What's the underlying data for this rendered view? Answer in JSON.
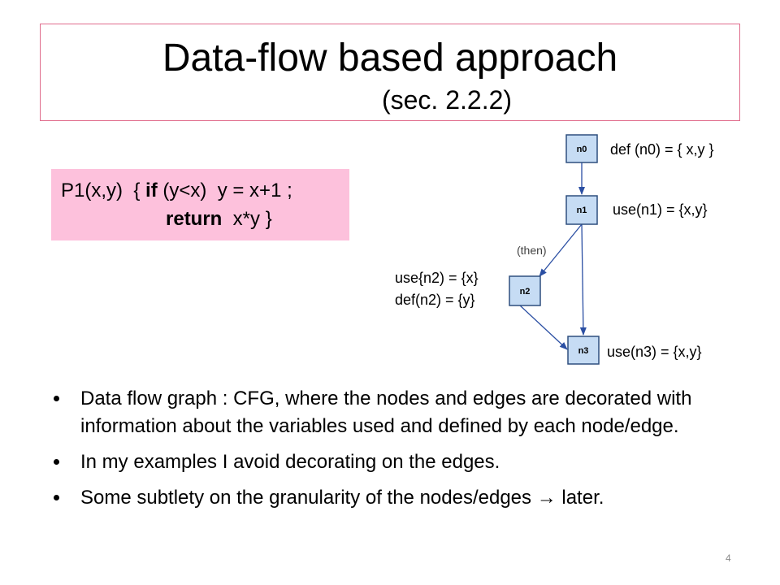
{
  "slide": {
    "title": "Data-flow based approach",
    "subtitle": "(sec. 2.2.2)",
    "page_number": "4"
  },
  "code": {
    "line1_prefix": "P1(x,y)  { ",
    "line1_kw": "if",
    "line1_rest": " (y<x)  y = x+1 ;",
    "line2_kw": "return",
    "line2_rest": "  x*y }"
  },
  "graph": {
    "nodes": [
      {
        "id": "n0",
        "label": "n0"
      },
      {
        "id": "n1",
        "label": "n1"
      },
      {
        "id": "n2",
        "label": "n2"
      },
      {
        "id": "n3",
        "label": "n3"
      }
    ],
    "edge_label_then": "(then)",
    "annotations": {
      "n0": "def (n0) = { x,y }",
      "n1": "use(n1) = {x,y}",
      "n2_use": "use{n2) = {x}",
      "n2_def": "def(n2) = {y}",
      "n3": "use(n3) = {x,y}"
    },
    "node_fill": "#c6dcf4",
    "node_stroke": "#2f4f7f",
    "edge_color": "#2b4fa3"
  },
  "bullets": [
    {
      "text": "Data flow graph : CFG, where the nodes and edges are decorated with information about the variables used and defined by each node/edge."
    },
    {
      "text": "In my examples I avoid decorating on the edges."
    },
    {
      "text_before": "Some subtlety on the granularity of the nodes/edges ",
      "arrow": "→",
      "text_after": " later."
    }
  ]
}
